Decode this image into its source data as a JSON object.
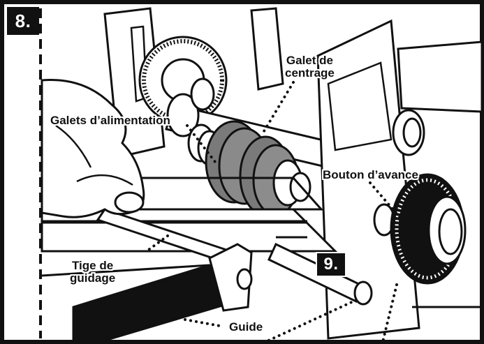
{
  "steps": {
    "step_a": "8.",
    "step_b": "9."
  },
  "labels": {
    "galet_centrage_line1": "Galet de",
    "galet_centrage_line2": "centrage",
    "galets_alimentation": "Galets d’alimentation",
    "bouton_avance": "Bouton d’avance",
    "tige_line1": "Tige de",
    "tige_line2": "guidage",
    "guide": "Guide"
  },
  "colors": {
    "ink": "#111111",
    "roller_gray": "#7a7a7a",
    "background": "#ffffff"
  }
}
